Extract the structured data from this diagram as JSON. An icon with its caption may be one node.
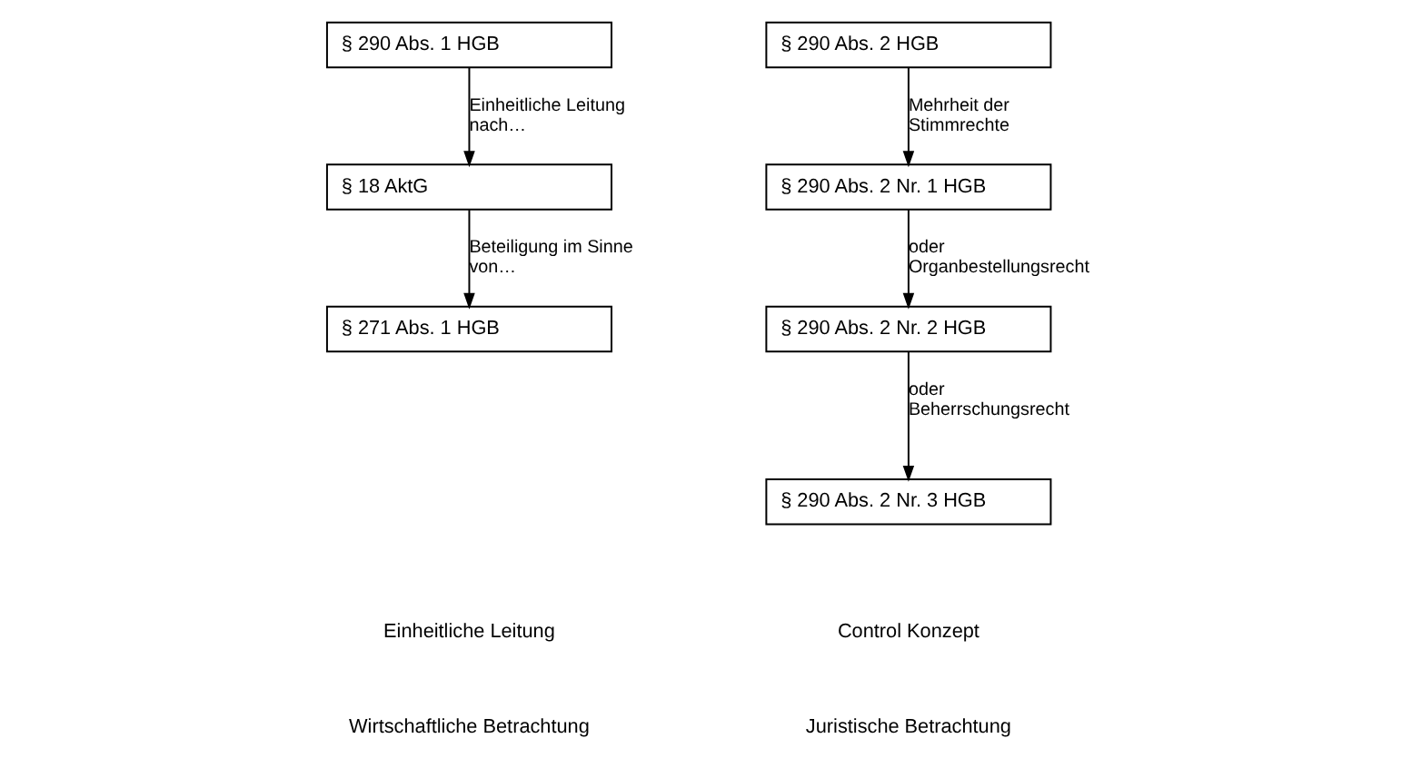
{
  "diagram": {
    "nodes": [
      {
        "text": [
          "§ 290 Abs. 1 HGB"
        ]
      },
      {
        "text": [
          "§ 18 AktG"
        ]
      },
      {
        "text": [
          "§ 271 Abs. 1 HGB"
        ]
      },
      {
        "text": [
          "§ 290 Abs. 2 HGB"
        ]
      },
      {
        "text": [
          "§ 290 Abs. 2 Nr. 1 HGB"
        ]
      },
      {
        "text": [
          "§ 290 Abs. 2 Nr. 2 HGB"
        ]
      },
      {
        "text": [
          "§ 290 Abs. 2 Nr. 3 HGB"
        ]
      }
    ],
    "edges": [
      {
        "from": 0,
        "to": 1,
        "arrow": "to",
        "label": "Einheitliche Leitung nach…"
      },
      {
        "from": 1,
        "to": 2,
        "arrow": "to",
        "label": "Beteiligung im Sinne von…"
      },
      {
        "from": 3,
        "to": 4,
        "arrow": "to",
        "label": "Mehrheit der Stimmrechte"
      },
      {
        "from": 4,
        "to": 5,
        "arrow": "to",
        "label": "oder Organbestellungsrecht"
      },
      {
        "from": 5,
        "to": 6,
        "arrow": "to",
        "label": "oder Beherrschungsrecht"
      }
    ],
    "labels": [
      "Einheitliche Leitung",
      "Control Konzept",
      "Wirtschaftliche Betrachtung",
      "Juristische Betrachtung"
    ]
  }
}
